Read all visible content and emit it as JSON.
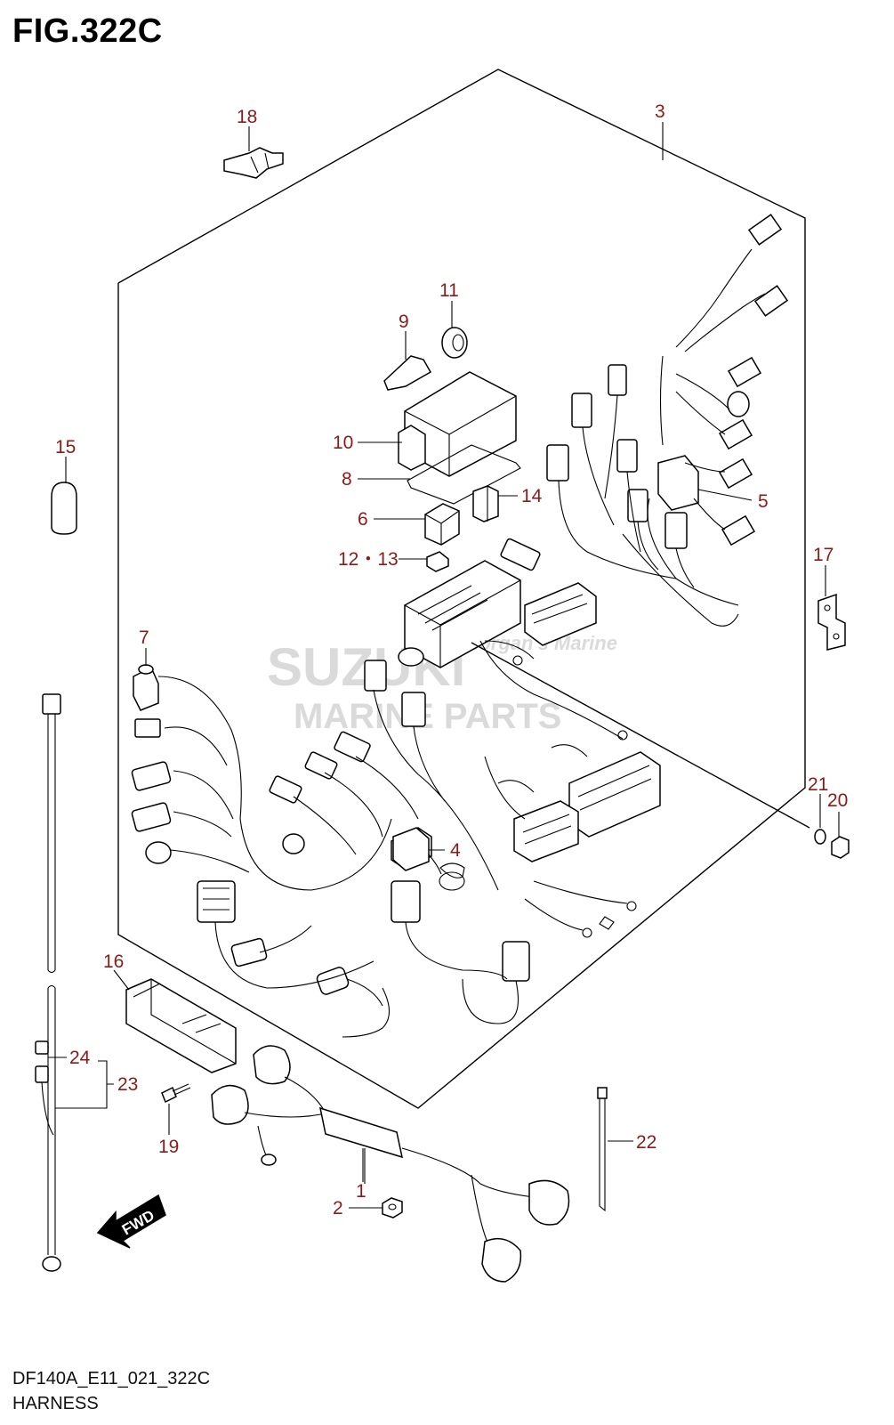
{
  "figure": {
    "title": "FIG.322C",
    "code": "DF140A_E11_021_322C",
    "name": "HARNESS"
  },
  "callouts": {
    "c1": "1",
    "c2": "2",
    "c3": "3",
    "c4": "4",
    "c5": "5",
    "c6": "6",
    "c7": "7",
    "c8": "8",
    "c9": "9",
    "c10": "10",
    "c11": "11",
    "c12_13": "12・13",
    "c14": "14",
    "c15": "15",
    "c16": "16",
    "c17": "17",
    "c18": "18",
    "c19": "19",
    "c20": "20",
    "c21": "21",
    "c22": "22",
    "c23": "23",
    "c24": "24"
  },
  "fwd_label": "FWD",
  "watermark": {
    "top": "SUZUKI",
    "bottom": "MARINE PARTS",
    "script": "Morgan's Marine"
  }
}
